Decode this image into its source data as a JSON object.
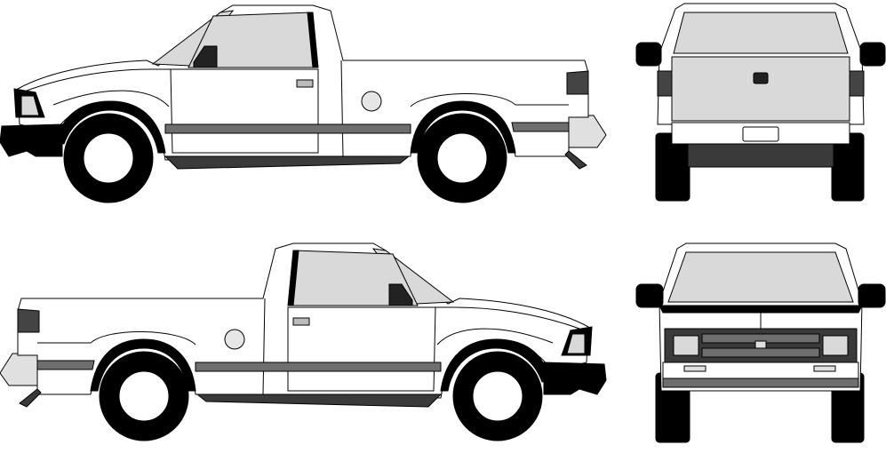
{
  "colors": {
    "background": "#ffffff",
    "outline": "#000000",
    "glass": "#d9d9d9",
    "stripe": "#6e6e6e",
    "trim_light": "#e0e0e0",
    "tire": "#000000",
    "dark_trim": "#3a3a3a"
  },
  "views": [
    "side-view-left",
    "rear-view",
    "side-view-right",
    "front-view"
  ]
}
